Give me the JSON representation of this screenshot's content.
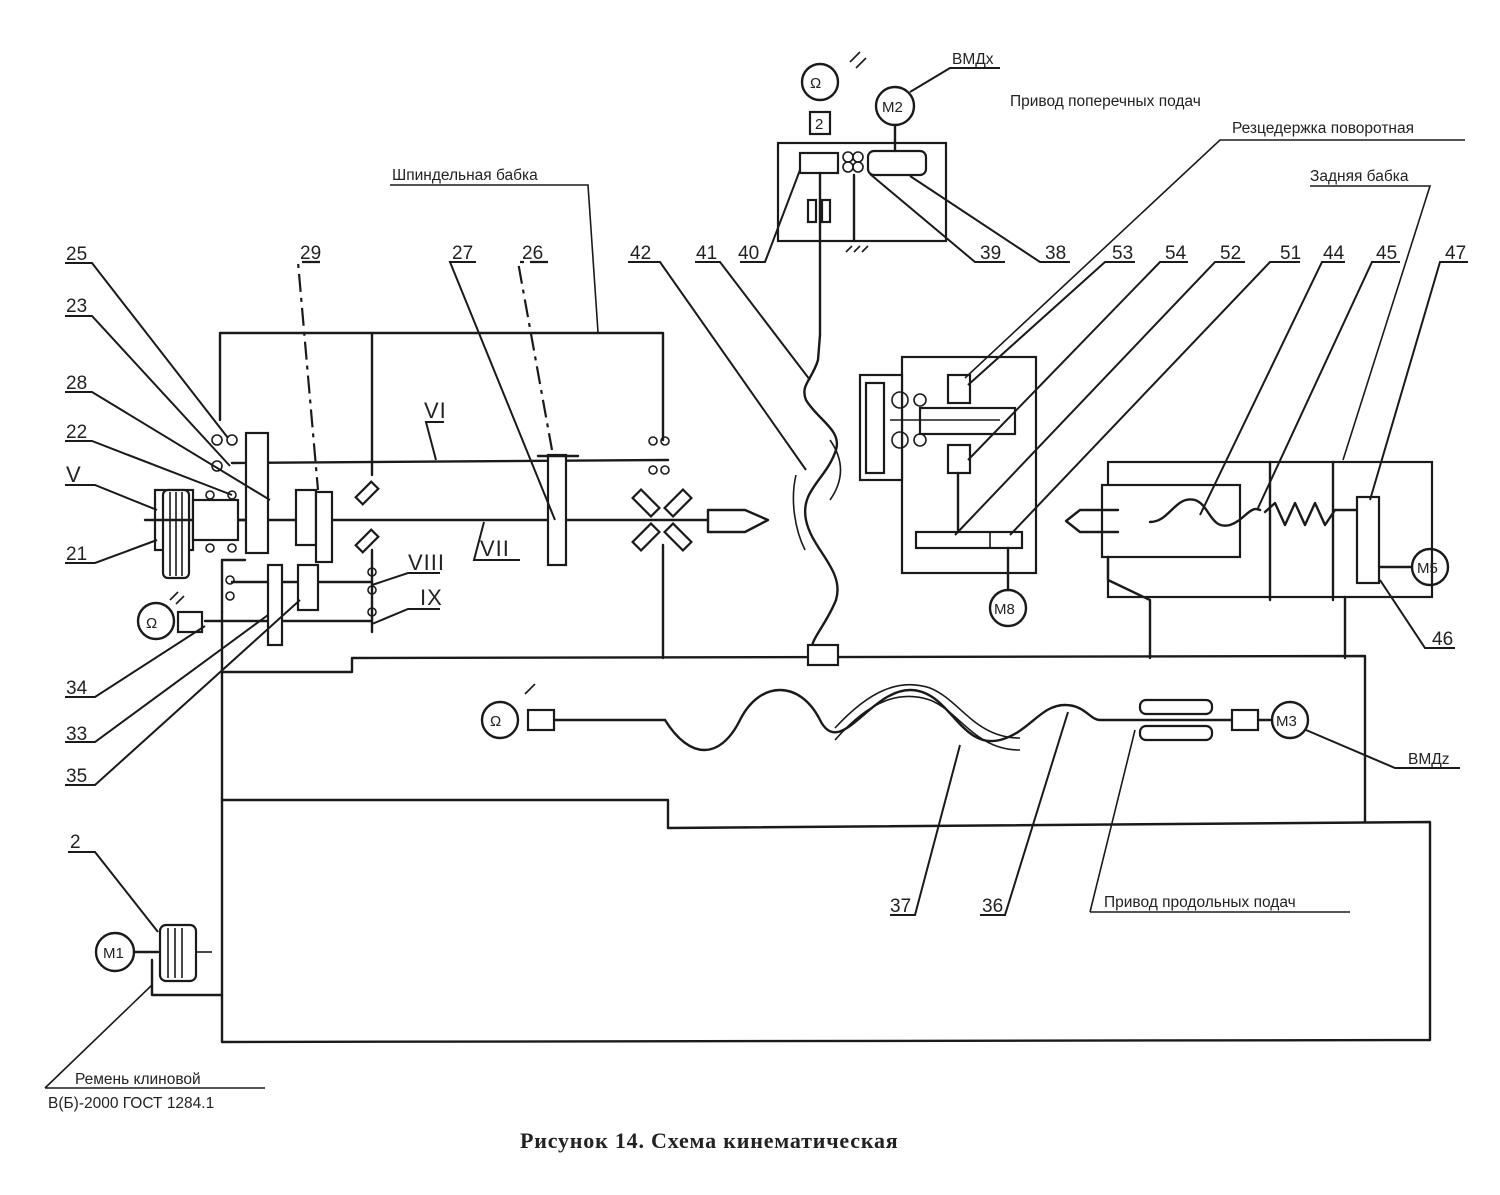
{
  "figure": {
    "caption": "Рисунок 14. Схема кинематическая",
    "assemblies": {
      "spindle_head": "Шпиндельная бабка",
      "cross_feed_drive": "Привод поперечных подач",
      "turret_toolholder": "Резцедержка поворотная",
      "tailstock": "Задняя бабка",
      "longitudinal_feed_drive": "Привод продольных подач",
      "belt_line1": "Ремень клиновой",
      "belt_line2": "В(Б)-2000 ГОСТ 1284.1"
    },
    "motors": {
      "m1": "M1",
      "m2": "M2",
      "m3": "M3",
      "m5": "M5",
      "m8": "M8"
    },
    "encoders": {
      "bmdx": "ВМДх",
      "bmdz": "ВМДz",
      "cross_gear_ratio": "2"
    },
    "shafts": {
      "v": "V",
      "vi": "VI",
      "vii": "VII",
      "viii": "VIII",
      "ix": "IX"
    },
    "part_numbers": {
      "p2": "2",
      "p21": "21",
      "p22": "22",
      "p23": "23",
      "p25": "25",
      "p26": "26",
      "p27": "27",
      "p28": "28",
      "p29": "29",
      "p33": "33",
      "p34": "34",
      "p35": "35",
      "p36": "36",
      "p37": "37",
      "p38": "38",
      "p39": "39",
      "p40": "40",
      "p41": "41",
      "p42": "42",
      "p44": "44",
      "p45": "45",
      "p46": "46",
      "p47": "47",
      "p51": "51",
      "p52": "52",
      "p53": "53",
      "p54": "54"
    }
  }
}
